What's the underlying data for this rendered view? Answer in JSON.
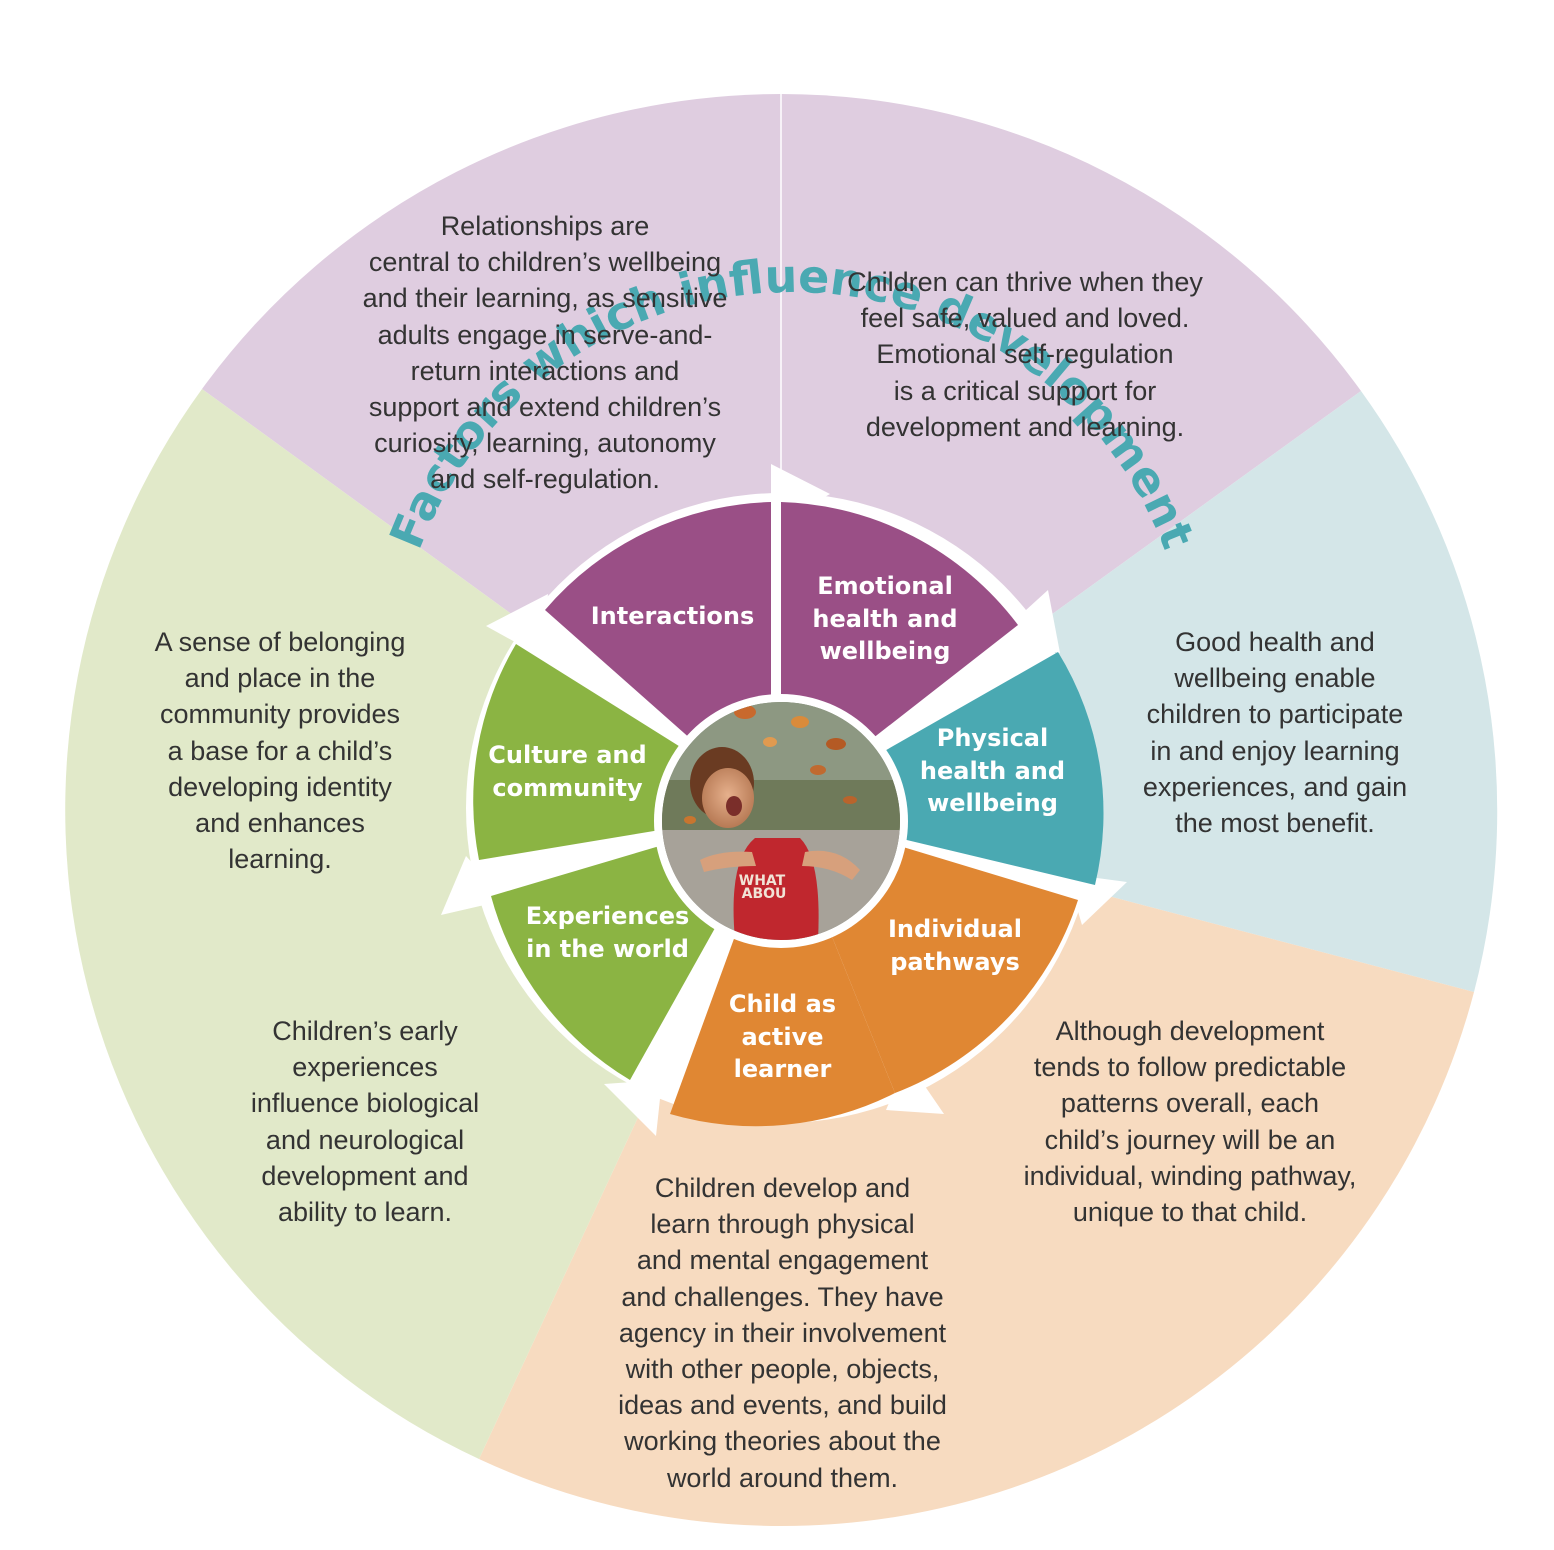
{
  "title": "Factors which influence development",
  "colors": {
    "outer_purple": "#dfcde0",
    "outer_blue": "#d4e6e8",
    "outer_orange": "#f7dbc0",
    "outer_green": "#e1e9c9",
    "inner_purple": "#9a4f86",
    "inner_teal": "#4aa9b2",
    "inner_orange": "#e08733",
    "inner_green": "#8bb443",
    "title": "#4aa9b2",
    "text": "#333333"
  },
  "segments": [
    {
      "label_lines": [
        "Interactions"
      ]
    },
    {
      "label_lines": [
        "Emotional",
        "health and",
        "wellbeing"
      ]
    },
    {
      "label_lines": [
        "Physical",
        "health and",
        "wellbeing"
      ]
    },
    {
      "label_lines": [
        "Individual",
        "pathways"
      ]
    },
    {
      "label_lines": [
        "Child as",
        "active",
        "learner"
      ]
    },
    {
      "label_lines": [
        "Experiences",
        "in the world"
      ]
    },
    {
      "label_lines": [
        "Culture and",
        "community"
      ]
    }
  ],
  "descriptions": [
    {
      "lines": [
        "Relationships are",
        "central to children’s wellbeing",
        "and their learning, as sensitive",
        "adults engage in serve-and-",
        "return interactions and",
        "support and extend children’s",
        "curiosity, learning, autonomy",
        "and self-regulation."
      ]
    },
    {
      "lines": [
        "Children can thrive when they",
        "feel safe, valued and loved.",
        "Emotional self-regulation",
        "is a critical support for",
        "development and learning."
      ]
    },
    {
      "lines": [
        "Good health and",
        "wellbeing enable",
        "children to participate",
        "in and enjoy learning",
        "experiences, and gain",
        "the most benefit."
      ]
    },
    {
      "lines": [
        "Although development",
        "tends to follow predictable",
        "patterns overall, each",
        "child’s journey will be an",
        "individual, winding pathway,",
        "unique to that child."
      ]
    },
    {
      "lines": [
        "Children develop and",
        "learn through physical",
        "and mental engagement",
        "and challenges. They have",
        "agency in their involvement",
        "with other people, objects,",
        "ideas and events, and build",
        "working theories about the",
        "world around them."
      ]
    },
    {
      "lines": [
        "Children’s early",
        "experiences",
        "influence biological",
        "and neurological",
        "development and",
        "ability to learn."
      ]
    },
    {
      "lines": [
        "A sense of belonging",
        "and place in the",
        "community provides",
        "a base for a child’s",
        "developing identity",
        "and enhances",
        "learning."
      ]
    }
  ],
  "center_photo": {
    "shirt_text_lines": [
      "WHAT",
      "ABOU"
    ]
  }
}
